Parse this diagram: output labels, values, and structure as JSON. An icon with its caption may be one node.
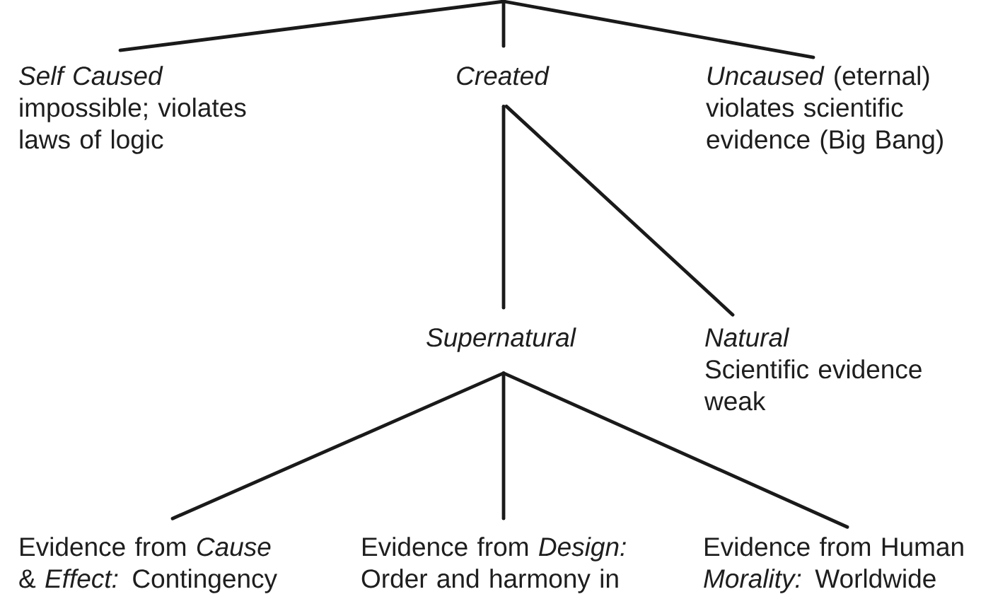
{
  "diagram": {
    "nodes": [
      {
        "text": [
          "Self Caused",
          "impossible; violates laws of logic"
        ]
      },
      {
        "text": [
          "Created"
        ]
      },
      {
        "text": [
          "*Uncaused* (eternal)",
          "violates scientific evidence (Big Bang)"
        ]
      },
      {
        "text": [
          "Supernatural"
        ]
      },
      {
        "text": [
          "Natural",
          "Scientific evidence weak"
        ]
      },
      {
        "text": [
          "Evidence from *Cause* & *Effect:* Contingency"
        ]
      },
      {
        "text": [
          "Evidence from *Design:* Order and harmony in"
        ]
      },
      {
        "text": [
          "Evidence from Human *Morality:* Worldwide"
        ]
      }
    ],
    "edges": [
      {
        "from": null,
        "to": 0,
        "arrow": "none"
      },
      {
        "from": null,
        "to": 1,
        "arrow": "none"
      },
      {
        "from": null,
        "to": 2,
        "arrow": "none"
      },
      {
        "from": 1,
        "to": 3,
        "arrow": "none"
      },
      {
        "from": 1,
        "to": 4,
        "arrow": "none"
      },
      {
        "from": 3,
        "to": 5,
        "arrow": "none"
      },
      {
        "from": 3,
        "to": 6,
        "arrow": "none"
      },
      {
        "from": 3,
        "to": 7,
        "arrow": "none"
      }
    ]
  }
}
